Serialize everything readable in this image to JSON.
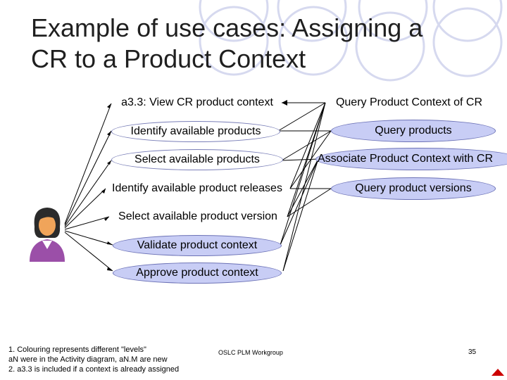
{
  "slide": {
    "title_line1": "Example of use cases: Assigning a",
    "title_line2": "CR to a Product Context",
    "footer_center": "OSLC PLM Workgroup",
    "page_number": "35",
    "notes": [
      "1. Colouring represents different \"levels\"",
      "aN were in the Activity diagram, aN.M are new",
      "2. a3.3 is included if a context is already assigned"
    ]
  },
  "use_cases_left": [
    {
      "label": "a3.3: View CR product context"
    },
    {
      "label": "Identify available products"
    },
    {
      "label": "Select available products"
    },
    {
      "label": "Identify available product releases"
    },
    {
      "label": "Select available product version"
    },
    {
      "label": "Validate product context"
    },
    {
      "label": "Approve product context"
    }
  ],
  "use_cases_right": [
    {
      "label": "Query Product Context of CR"
    },
    {
      "label": "Query products"
    },
    {
      "label": "Associate Product Context with CR"
    },
    {
      "label": "Query product versions"
    }
  ],
  "colors": {
    "level_highlight": "#c8cdf5",
    "ellipse_border": "#6c72b6",
    "deco_circles": "#d6d9ef",
    "corner_arrow": "#cc0000"
  },
  "icons": {
    "actor": "person-actor-icon",
    "corner": "triangle-icon"
  }
}
